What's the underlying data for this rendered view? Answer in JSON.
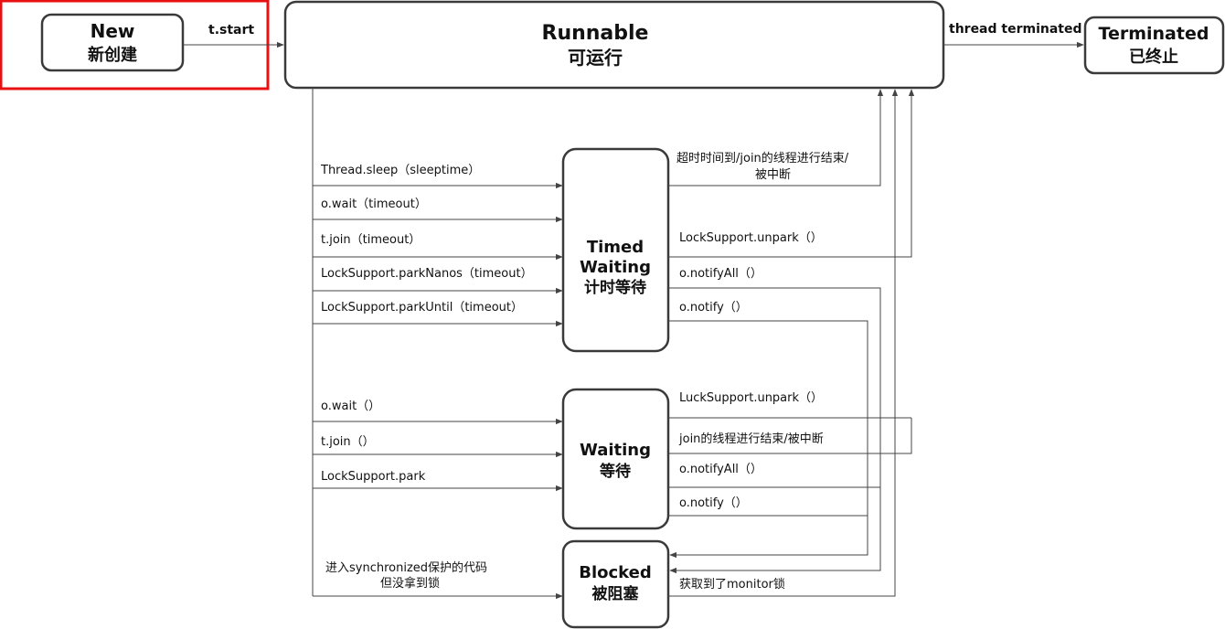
{
  "highlight_color": "#e81010",
  "nodes": {
    "new": {
      "line1": "New",
      "line2": "新创建"
    },
    "runnable": {
      "line1": "Runnable",
      "line2": "可运行"
    },
    "terminated": {
      "line1": "Terminated",
      "line2": "已终止"
    },
    "timed": {
      "line1": "Timed",
      "line2": "Waiting",
      "line3": "计时等待"
    },
    "waiting": {
      "line1": "Waiting",
      "line2": "等待"
    },
    "blocked": {
      "line1": "Blocked",
      "line2": "被阻塞"
    }
  },
  "edges": {
    "t_start": "t.start",
    "thread_terminated": "thread terminated",
    "to_timed": [
      "Thread.sleep（sleeptime）",
      "o.wait（timeout）",
      "t.join（timeout）",
      "LockSupport.parkNanos（timeout）",
      "LockSupport.parkUntil（timeout）"
    ],
    "to_waiting": [
      "o.wait（）",
      "t.join（）",
      "LockSupport.park"
    ],
    "to_blocked": [
      "进入synchronized保护的代码",
      "但没拿到锁"
    ],
    "timed_out": {
      "timeout_join": [
        "超时时间到/join的线程进行结束/",
        "被中断"
      ],
      "unpark": "LockSupport.unpark（）",
      "notify_all": "o.notifyAll（）",
      "notify": "o.notify（）"
    },
    "waiting_out": {
      "unpark": "LuckSupport.unpark（）",
      "join_end": "join的线程进行结束/被中断",
      "notify_all": "o.notifyAll（）",
      "notify": "o.notify（）"
    },
    "blocked_out": "获取到了monitor锁"
  }
}
